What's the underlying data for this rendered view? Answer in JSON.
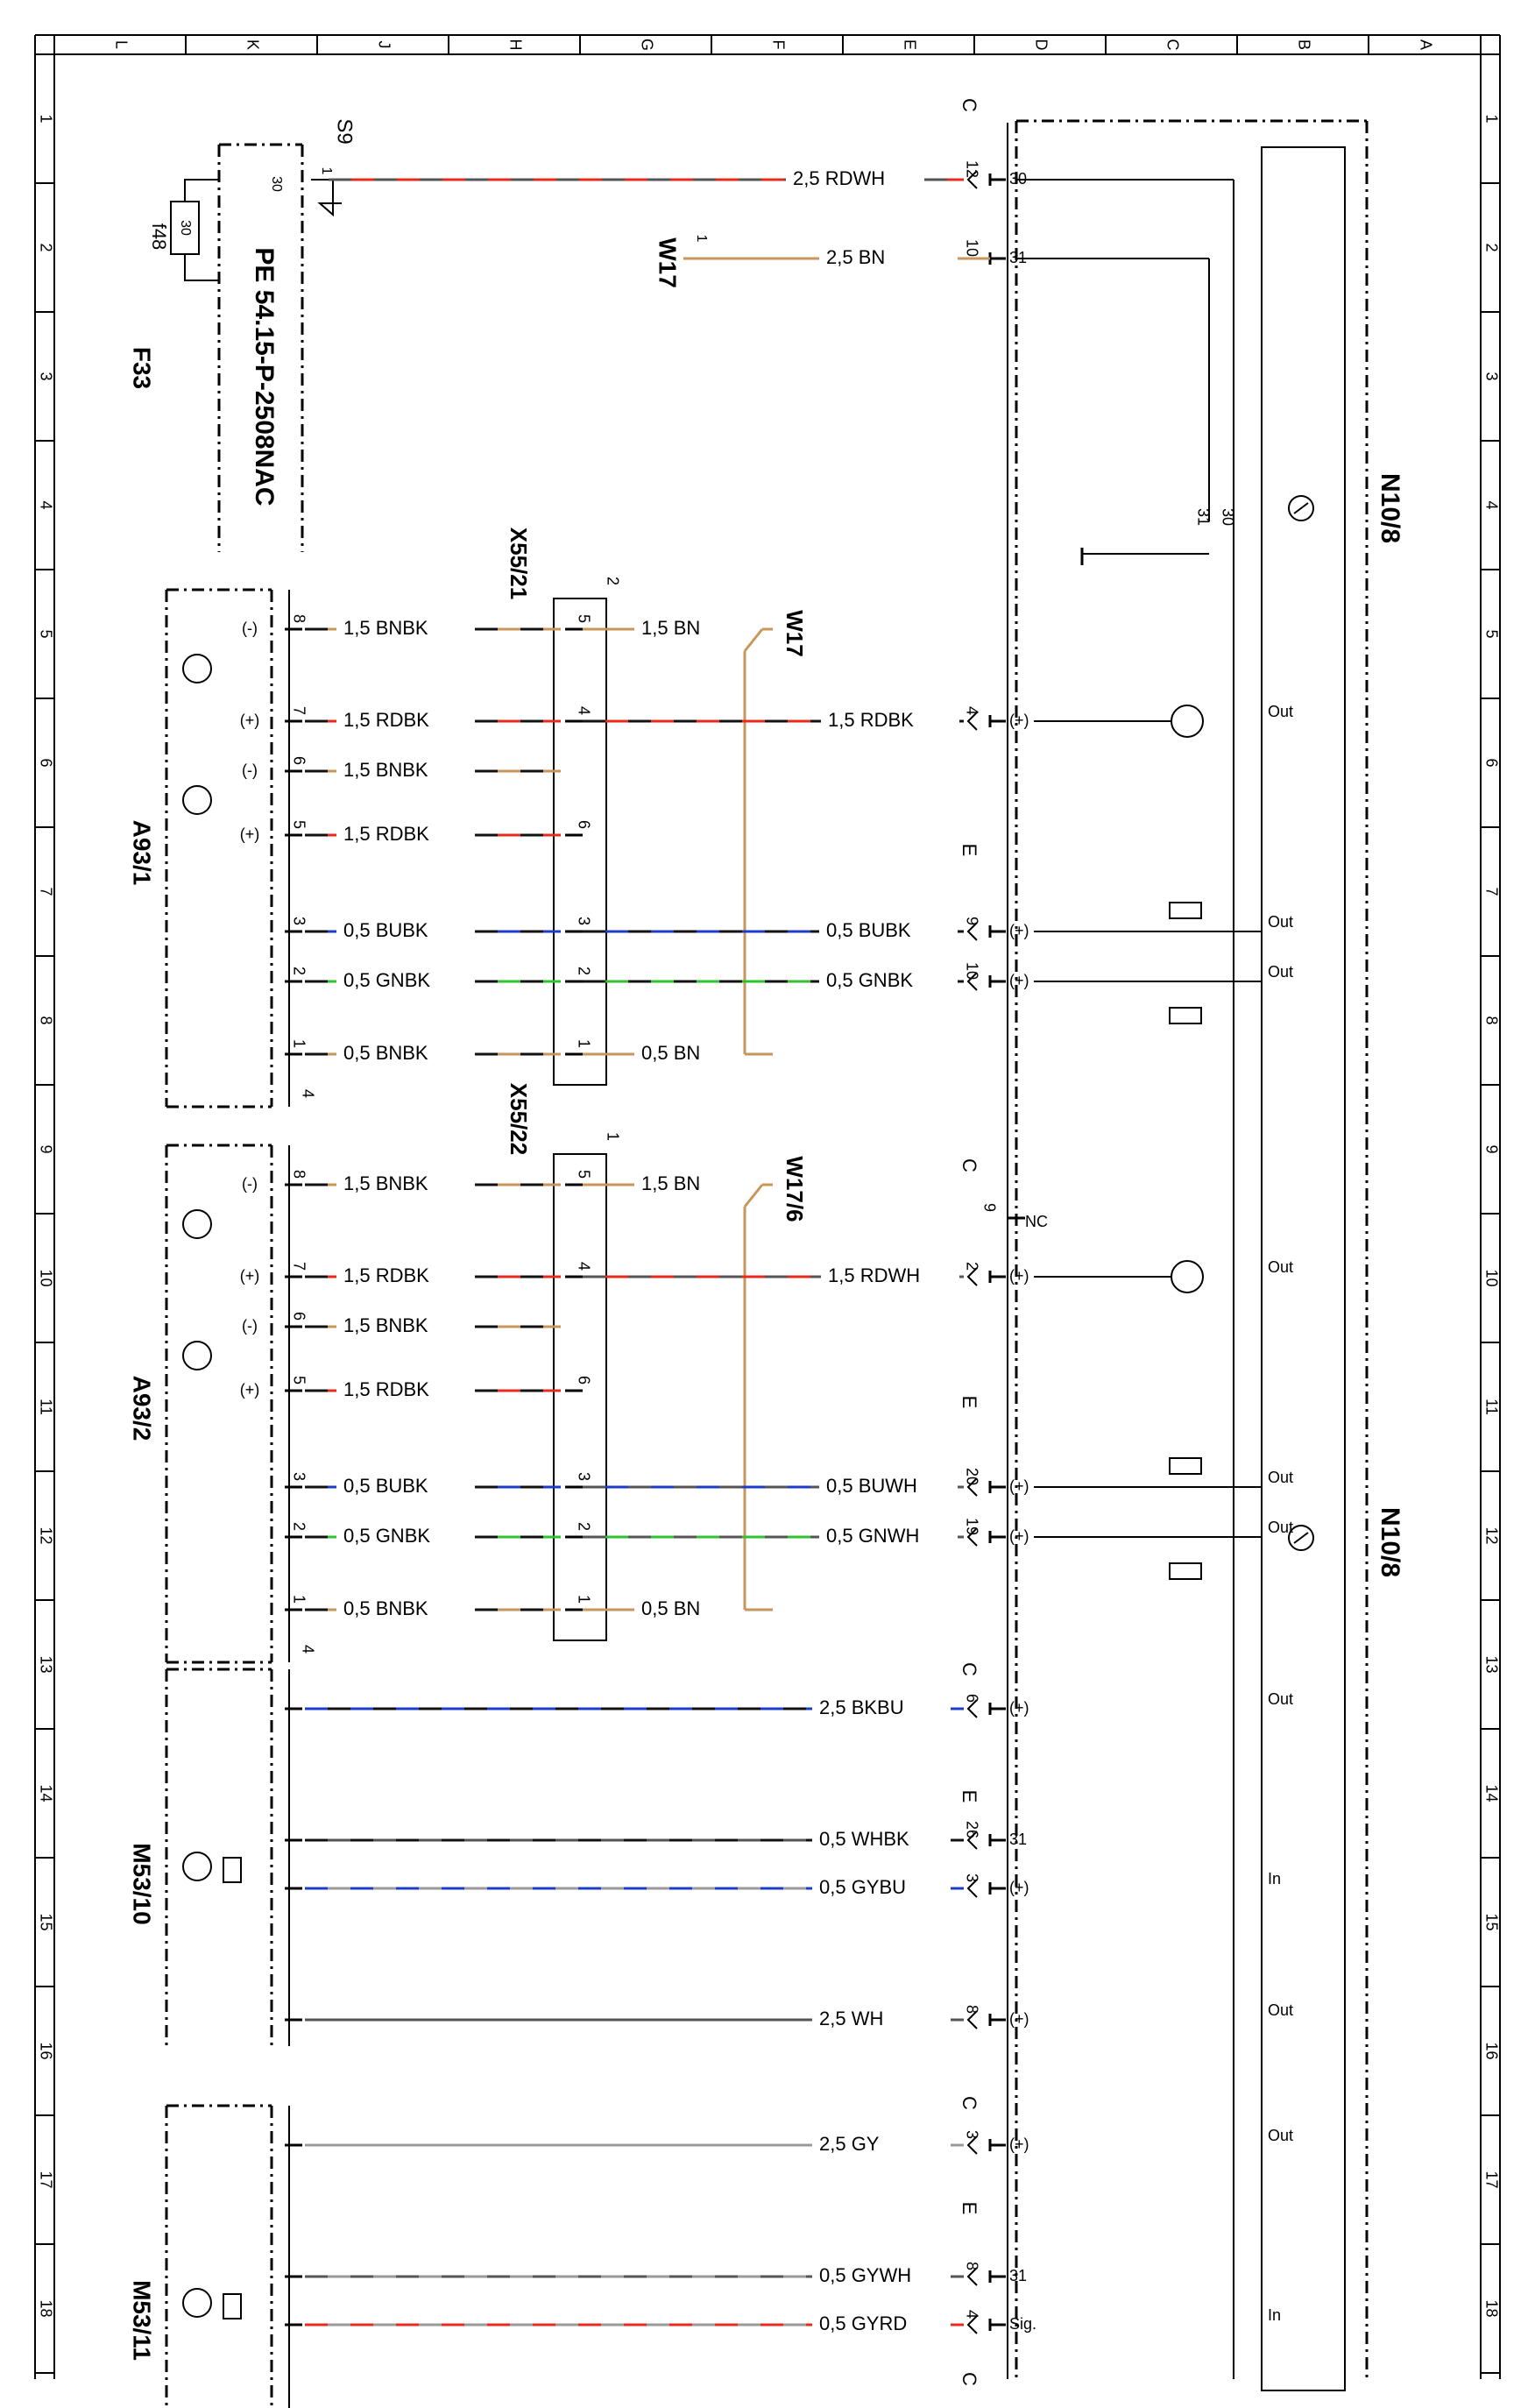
{
  "colors": {
    "RD": "#e8291c",
    "BN": "#c8965a",
    "BU": "#1e3ccc",
    "GN": "#2fc42f",
    "GY": "#9a9a9a",
    "WH": "#555555",
    "BK": "#111111"
  },
  "frame": {
    "columns": [
      "L",
      "K",
      "J",
      "H",
      "G",
      "F",
      "E",
      "D",
      "C",
      "B",
      "A"
    ],
    "rows": [
      "1",
      "2",
      "3",
      "4",
      "5",
      "6",
      "7",
      "8",
      "9",
      "10",
      "11",
      "12",
      "13",
      "14",
      "15",
      "16",
      "17",
      "18"
    ]
  },
  "components": {
    "f33": {
      "name": "F33",
      "label": "f48",
      "fuse": "30",
      "pin_a": "30",
      "pin_b": "1"
    },
    "s9": {
      "name": "S9"
    },
    "pe": {
      "note": "PE 54.15-P-2508NAC"
    },
    "w17_top": {
      "name": "W17",
      "pin": "1"
    },
    "x55_21": {
      "name": "X55/21",
      "num": "2"
    },
    "x55_22": {
      "name": "X55/22",
      "num": "1"
    },
    "w17_a": {
      "name": "W17"
    },
    "w17_6": {
      "name": "W17/6"
    },
    "a93_1": {
      "name": "A93/1"
    },
    "a93_2": {
      "name": "A93/2"
    },
    "m53_10": {
      "name": "M53/10"
    },
    "m53_11": {
      "name": "M53/11"
    },
    "n10_8_top": {
      "name": "N10/8"
    },
    "n10_8_bottom": {
      "name": "N10/8"
    },
    "conn_letters": [
      "C",
      "E",
      "C",
      "E",
      "C",
      "E",
      "C",
      "E",
      "C"
    ],
    "bus_labels": [
      "31",
      "30"
    ]
  },
  "wires": [
    {
      "label": "2,5 RDWH",
      "pin": "12",
      "term": "30"
    },
    {
      "label": "2,5 BN",
      "pin": "10",
      "term": "31"
    },
    {
      "label": "1,5 BNBK",
      "pin": "8",
      "sign": "(-)"
    },
    {
      "label": "1,5 BN"
    },
    {
      "label": "1,5 RDBK",
      "pin": "7",
      "sign": "(+)"
    },
    {
      "label": "1,5 RDBK",
      "pin": "4",
      "term": "(+)",
      "out": "Out"
    },
    {
      "label": "1,5 BNBK",
      "pin": "6",
      "sign": "(-)"
    },
    {
      "label": "1,5 RDBK",
      "pin": "5",
      "sign": "(+)"
    },
    {
      "label": "0,5 BUBK",
      "pin": "3"
    },
    {
      "label": "0,5 BUBK",
      "pin": "9",
      "term": "(+)",
      "out": "Out"
    },
    {
      "label": "0,5 GNBK",
      "pin": "2"
    },
    {
      "label": "0,5 GNBK",
      "pin": "10",
      "term": "(+)",
      "out": "Out"
    },
    {
      "label": "0,5 BNBK",
      "pin": "1"
    },
    {
      "label": "0,5 BN"
    },
    {
      "label": "1,5 BNBK",
      "pin": "8",
      "sign": "(-)"
    },
    {
      "label": "1,5 BN"
    },
    {
      "label": "1,5 RDBK",
      "pin": "7",
      "sign": "(+)"
    },
    {
      "label": "1,5 RDWH",
      "pin": "2",
      "term": "(+)",
      "out": "Out"
    },
    {
      "label": "1,5 BNBK",
      "pin": "6",
      "sign": "(-)"
    },
    {
      "label": "1,5 RDBK",
      "pin": "5",
      "sign": "(+)"
    },
    {
      "label": "0,5 BUBK",
      "pin": "3"
    },
    {
      "label": "0,5 BUWH",
      "pin": "20",
      "term": "(+)",
      "out": "Out"
    },
    {
      "label": "0,5 GNBK",
      "pin": "2"
    },
    {
      "label": "0,5 GNWH",
      "pin": "19",
      "term": "(+)",
      "out": "Out"
    },
    {
      "label": "0,5 BNBK",
      "pin": "1"
    },
    {
      "label": "0,5 BN"
    },
    {
      "label": "2,5 BKBU",
      "pin": "6",
      "term": "(+)",
      "out": "Out"
    },
    {
      "label": "0,5 WHBK",
      "pin": "26",
      "term": "31"
    },
    {
      "label": "0,5 GYBU",
      "pin": "3",
      "term": "(+)",
      "out": "In"
    },
    {
      "label": "2,5 WH",
      "pin": "8",
      "term": "(+)",
      "out": "Out"
    },
    {
      "label": "2,5 GY",
      "pin": "3",
      "term": "(+)",
      "out": "Out"
    },
    {
      "label": "0,5 GYWH",
      "pin": "8",
      "term": "31"
    },
    {
      "label": "0,5 GYRD",
      "pin": "4",
      "term": "Sig.",
      "out": "In"
    }
  ],
  "misc": {
    "nc_pin": "9",
    "nc": "NC",
    "x_pins": [
      "5",
      "4",
      "6",
      "3",
      "2",
      "1"
    ],
    "a_pin4": "4",
    "m_pins": [
      "5",
      "3",
      "2",
      "4",
      "1"
    ],
    "outs": "Out"
  }
}
